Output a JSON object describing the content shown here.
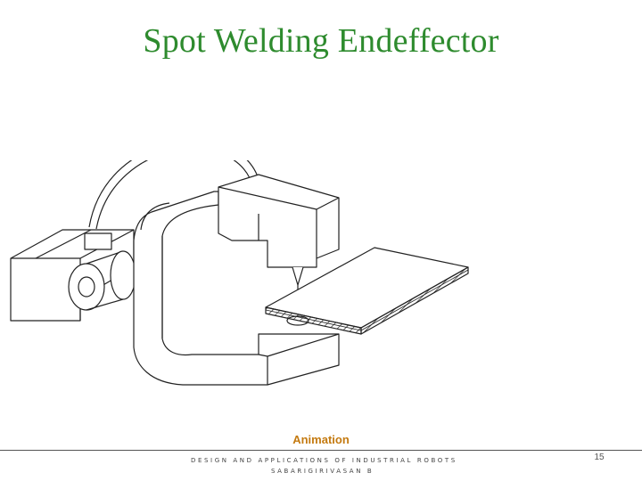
{
  "slide": {
    "title": "Spot Welding Endeffector",
    "animation_label": "Animation",
    "footer_line1": "DESIGN AND APPLICATIONS OF INDUSTRIAL ROBOTS",
    "footer_line2": "SABARIGIRIVASAN B",
    "page_number": "15"
  },
  "colors": {
    "title": "#2e8b2e",
    "animation_label": "#c47a10",
    "drawing_stroke": "#222222"
  }
}
